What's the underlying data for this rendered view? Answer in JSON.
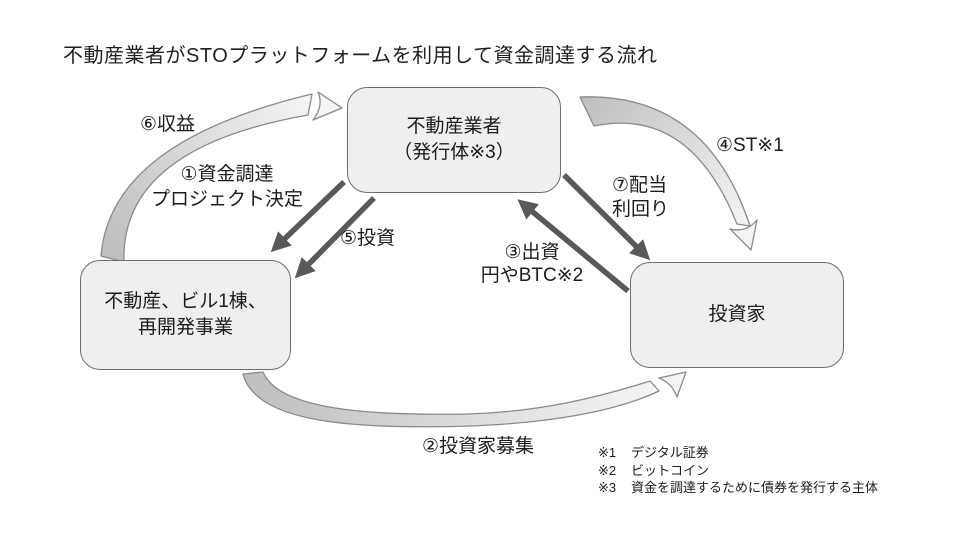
{
  "title": "不動産業者がSTOプラットフォームを利用して資金調達する流れ",
  "nodes": {
    "issuer": {
      "line1": "不動産業者",
      "line2": "（発行体※3）"
    },
    "asset": {
      "line1": "不動産、ビル1棟、",
      "line2": "再開発事業"
    },
    "investor": {
      "label": "投資家"
    }
  },
  "labels": {
    "step1_line1": "①資金調達",
    "step1_line2": "プロジェクト決定",
    "step2": "②投資家募集",
    "step3_line1": "③出資",
    "step3_line2": "円やBTC※2",
    "step4": "④ST※1",
    "step5": "⑤投資",
    "step6": "⑥収益",
    "step7_line1": "⑦配当",
    "step7_line2": "利回り"
  },
  "footnotes": [
    {
      "mark": "※1",
      "text": "デジタル証券"
    },
    {
      "mark": "※2",
      "text": "ビットコイン"
    },
    {
      "mark": "※3",
      "text": "資金を調達するために債券を発行する主体"
    }
  ],
  "colors": {
    "box_fill": "#efefef",
    "box_border": "#6e6e6e",
    "arrow": "#595959",
    "curve_stroke": "#8a8a8a",
    "curve_fill_dark": "#bfbfbf",
    "curve_fill_light": "#f4f4f4",
    "text": "#1c1c1c"
  }
}
